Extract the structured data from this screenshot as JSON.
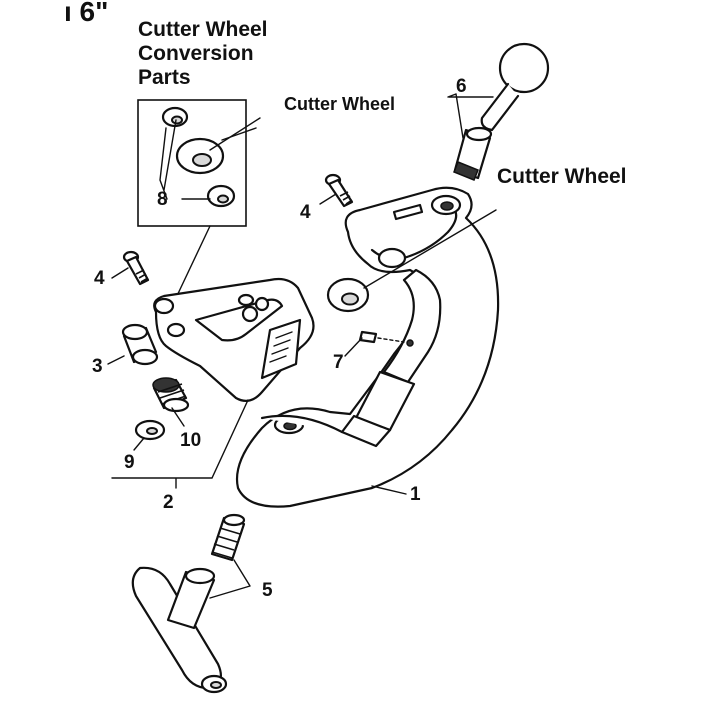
{
  "diagram": {
    "header_fragment": "ı 6\"",
    "conversion_title_lines": [
      "Cutter Wheel",
      "Conversion",
      "Parts"
    ],
    "cutter_wheel_callouts": [
      "Cutter Wheel",
      "Cutter Wheel"
    ],
    "part_numbers": {
      "frame": "1",
      "carriage": "2",
      "roller": "3",
      "bolt_left": "4",
      "bolt_right": "4",
      "feed_screw_handle": "5",
      "handle_extension": "6",
      "pin": "7",
      "conversion_parts": "8",
      "washer": "9",
      "cutter_wheel_10": "10"
    }
  }
}
